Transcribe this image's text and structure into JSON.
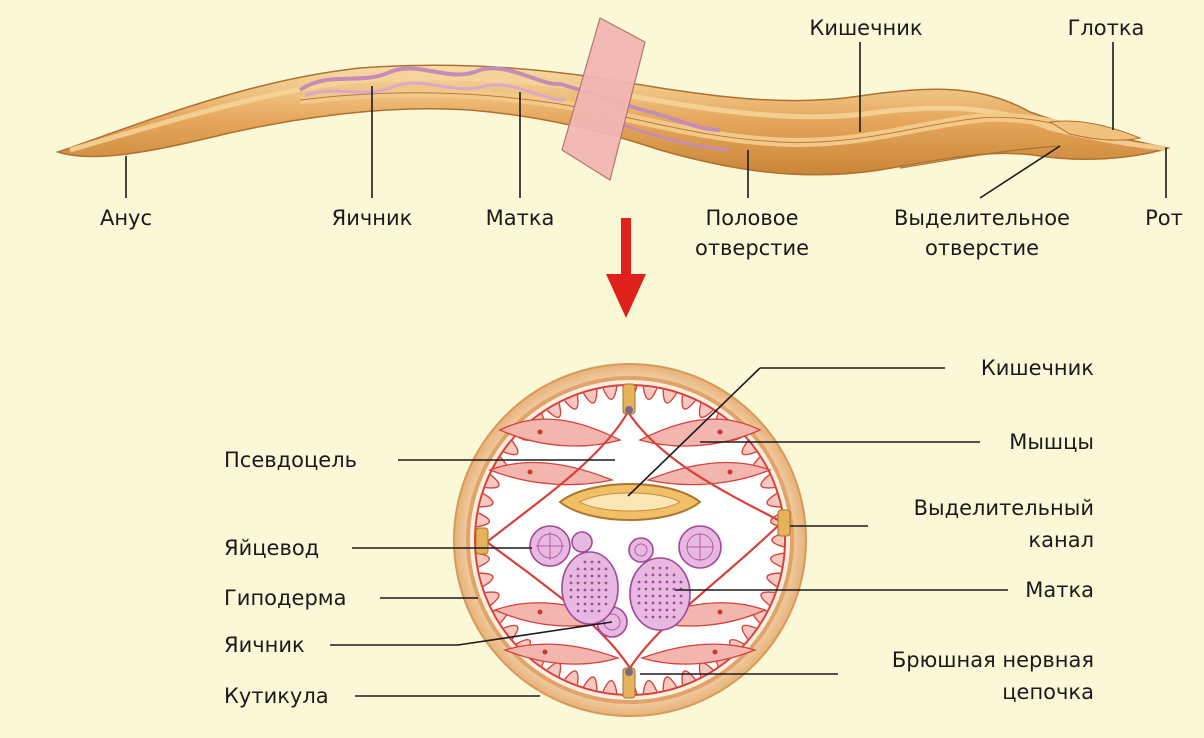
{
  "diagram": {
    "worm_labels": {
      "anus": "Анус",
      "ovary": "Яичник",
      "uterus": "Матка",
      "genital_pore_1": "Половое",
      "genital_pore_2": "отверстие",
      "intestine": "Кишечник",
      "excretory_pore_1": "Выделительное",
      "excretory_pore_2": "отверстие",
      "pharynx": "Глотка",
      "mouth": "Рот"
    },
    "section_labels": {
      "pseudocoel": "Псевдоцель",
      "oviduct": "Яйцевод",
      "hypodermis": "Гиподерма",
      "ovary": "Яичник",
      "cuticle": "Кутикула",
      "intestine": "Кишечник",
      "muscles": "Мышцы",
      "excretory_canal_1": "Выделительный",
      "excretory_canal_2": "канал",
      "uterus": "Матка",
      "nerve_cord_1": "Брюшная нервная",
      "nerve_cord_2": "цепочка"
    },
    "colors": {
      "background": "#fbf8d8",
      "worm_body": "#e6a75c",
      "worm_highlight": "#f6d59a",
      "cut_plane": "#f2b6b4",
      "muscle_red": "#d8403a",
      "ovary_purple": "#b85aa8",
      "arrow_red": "#e0201a"
    }
  }
}
